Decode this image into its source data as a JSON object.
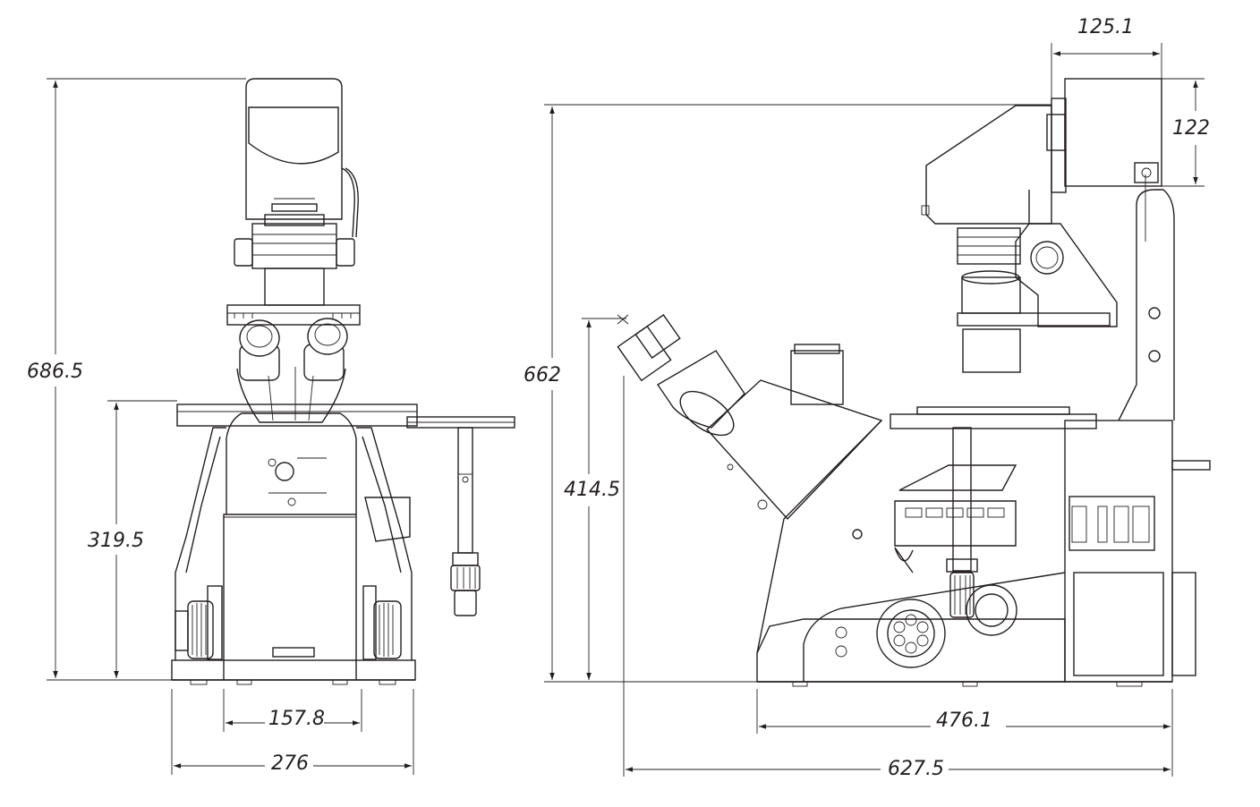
{
  "dimensions": {
    "front_height": "686.5",
    "front_stage_height": "319.5",
    "front_base_inner_width": "157.8",
    "front_base_width": "276",
    "side_top_width": "125.1",
    "side_top_height": "122",
    "side_height": "662",
    "side_eyepiece_height": "414.5",
    "side_base_width": "476.1",
    "side_total_depth": "627.5"
  }
}
